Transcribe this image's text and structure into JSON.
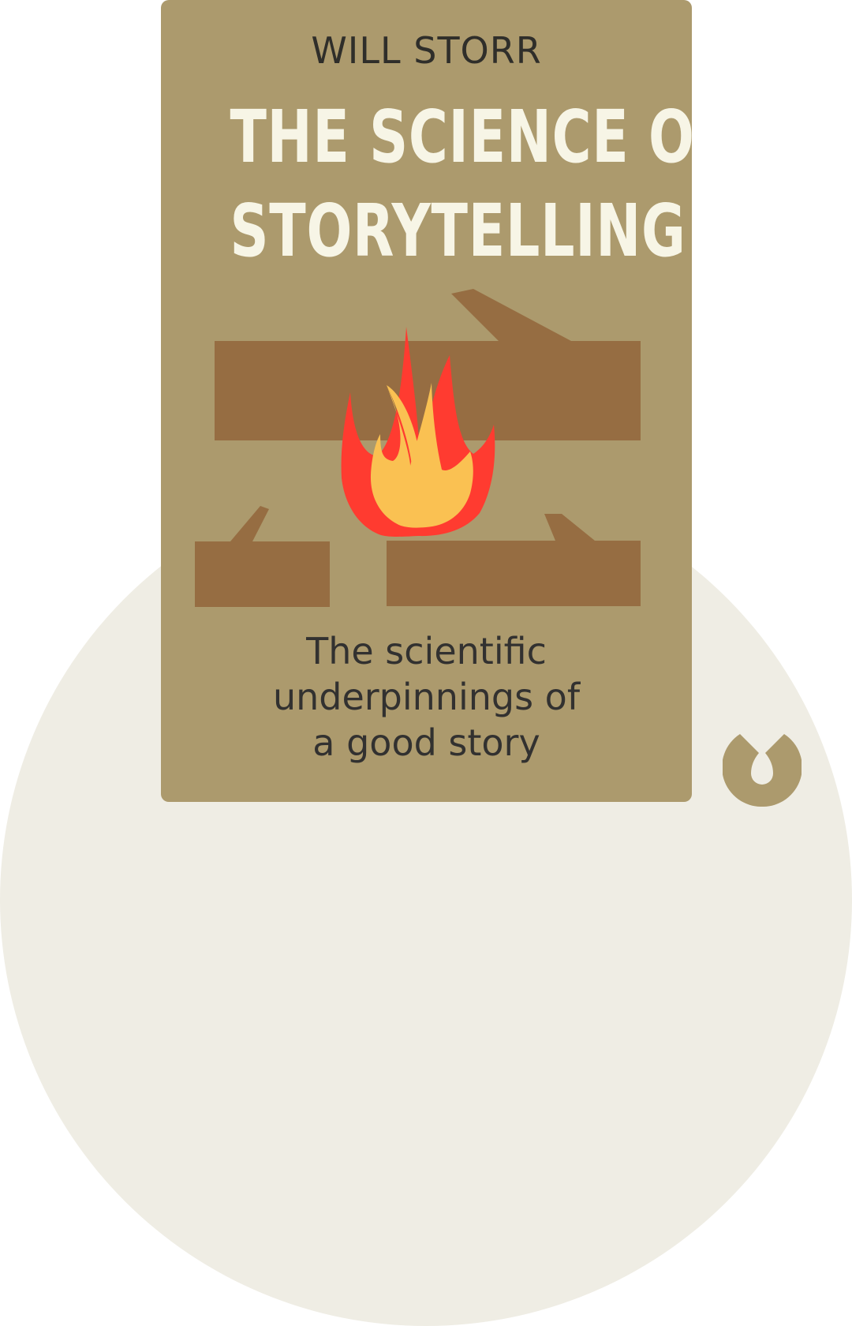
{
  "book": {
    "author": "WILL STORR",
    "title_lines": [
      "THE SCIENCE OF",
      "STORYTELLING"
    ],
    "subtitle_lines": [
      "The scientific",
      "underpinnings of",
      "a good story"
    ]
  },
  "illustration": {
    "subject": "campfire-with-logs",
    "icons": [
      "log-icon",
      "flame-icon"
    ]
  },
  "logo": {
    "icon": "blinkist-logo-icon"
  },
  "colors": {
    "page_background": "#FFFFFF",
    "background_circle": "#EFEDE4",
    "cover": "#AC9A6D",
    "title_text": "#F7F5E6",
    "dark_text": "#2F2E2A",
    "log": "#966D42",
    "flame_outer": "#FF3B30",
    "flame_inner": "#FAC152",
    "logo": "#AC9A6D"
  }
}
